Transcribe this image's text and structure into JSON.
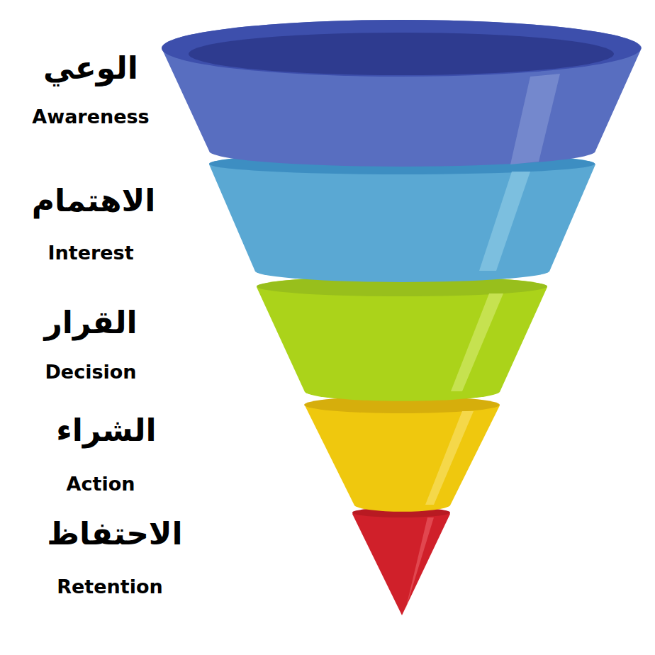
{
  "diagram": {
    "labels": [
      "الوعي",
      "Awareness",
      "الاهتمام",
      "Interest",
      "القرار",
      "Decision",
      "الشراء",
      "Action",
      "الاحتفاظ",
      "Retention"
    ]
  }
}
